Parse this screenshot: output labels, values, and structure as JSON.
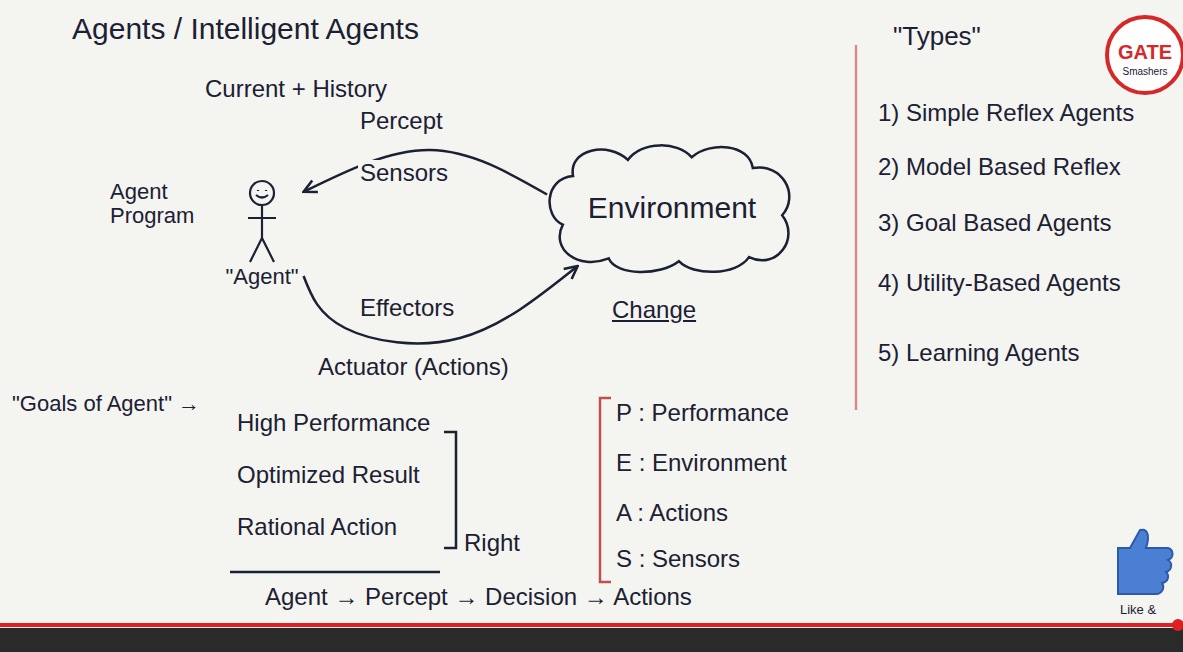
{
  "diagram": {
    "title": "Agents / Intelligent Agents",
    "nodes": [
      {
        "text": [
          "\"Agent\""
        ]
      },
      {
        "text": [
          "Environment"
        ]
      }
    ],
    "edges": [
      {
        "from": 1,
        "to": 0,
        "arrow": "to",
        "label": "Sensors"
      },
      {
        "from": 0,
        "to": 1,
        "arrow": "to",
        "label": "Effectors"
      }
    ],
    "labels": [
      "Current + History",
      "Percept",
      "Agent Program",
      "Actuator (Actions)",
      "Change",
      "\"Goals of Agent\" →",
      "High Performance",
      "Optimized Result",
      "Rational Action",
      "Right",
      "Agent → Percept → Decision → Actions",
      "P : Performance",
      "E : Environment",
      "A : Actions",
      "S : Sensors",
      "\"Types\"",
      "1) Simple Reflex Agents",
      "2) Model Based Reflex",
      "3) Goal Based Agents",
      "4) Utility-Based Agents",
      "5) Learning Agents",
      "GATE",
      "Smashers",
      "Like &"
    ]
  }
}
